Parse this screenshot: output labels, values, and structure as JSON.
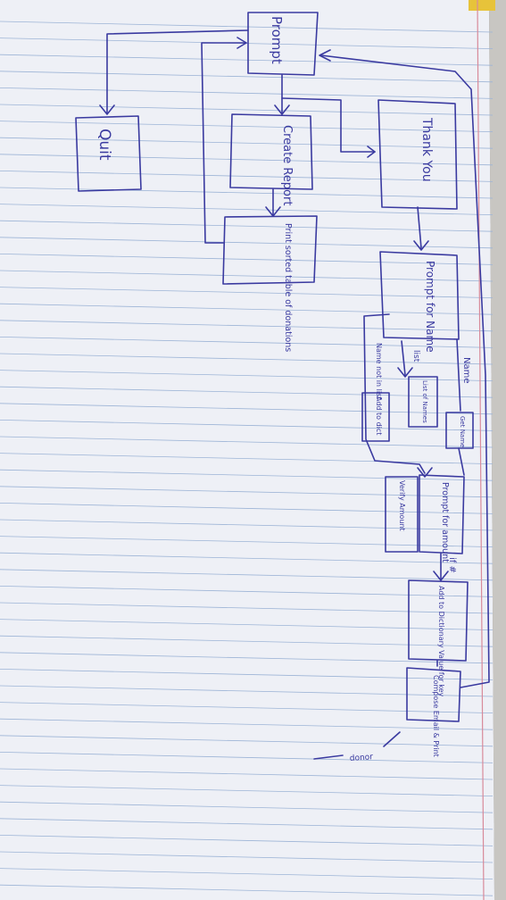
{
  "flowchart": {
    "prompt": "Prompt",
    "quit": "Quit",
    "create_report": "Create Report",
    "print_sorted": "Print sorted table of donations",
    "thank_you": "Thank You",
    "prompt_for_name": "Prompt for Name",
    "list_label": "list",
    "list_of_names": "List of Names",
    "name_label": "Name",
    "get_name": "Get Name",
    "name_not_in_list": "Name not in list",
    "add_to_dict": "Add to dict",
    "prompt_for_amount": "Prompt for amount",
    "verify_amount": "Verify Amount",
    "hash_label": "if #",
    "add_to_dictionary": "Add to Dictionary Value for key",
    "compose_email": "Compose Email & Print",
    "scribble": "donor"
  },
  "colors": {
    "ink": "#3a3aa0",
    "paper": "#eef0f6",
    "rule": "#9db4d6",
    "margin": "#d88a9a"
  }
}
